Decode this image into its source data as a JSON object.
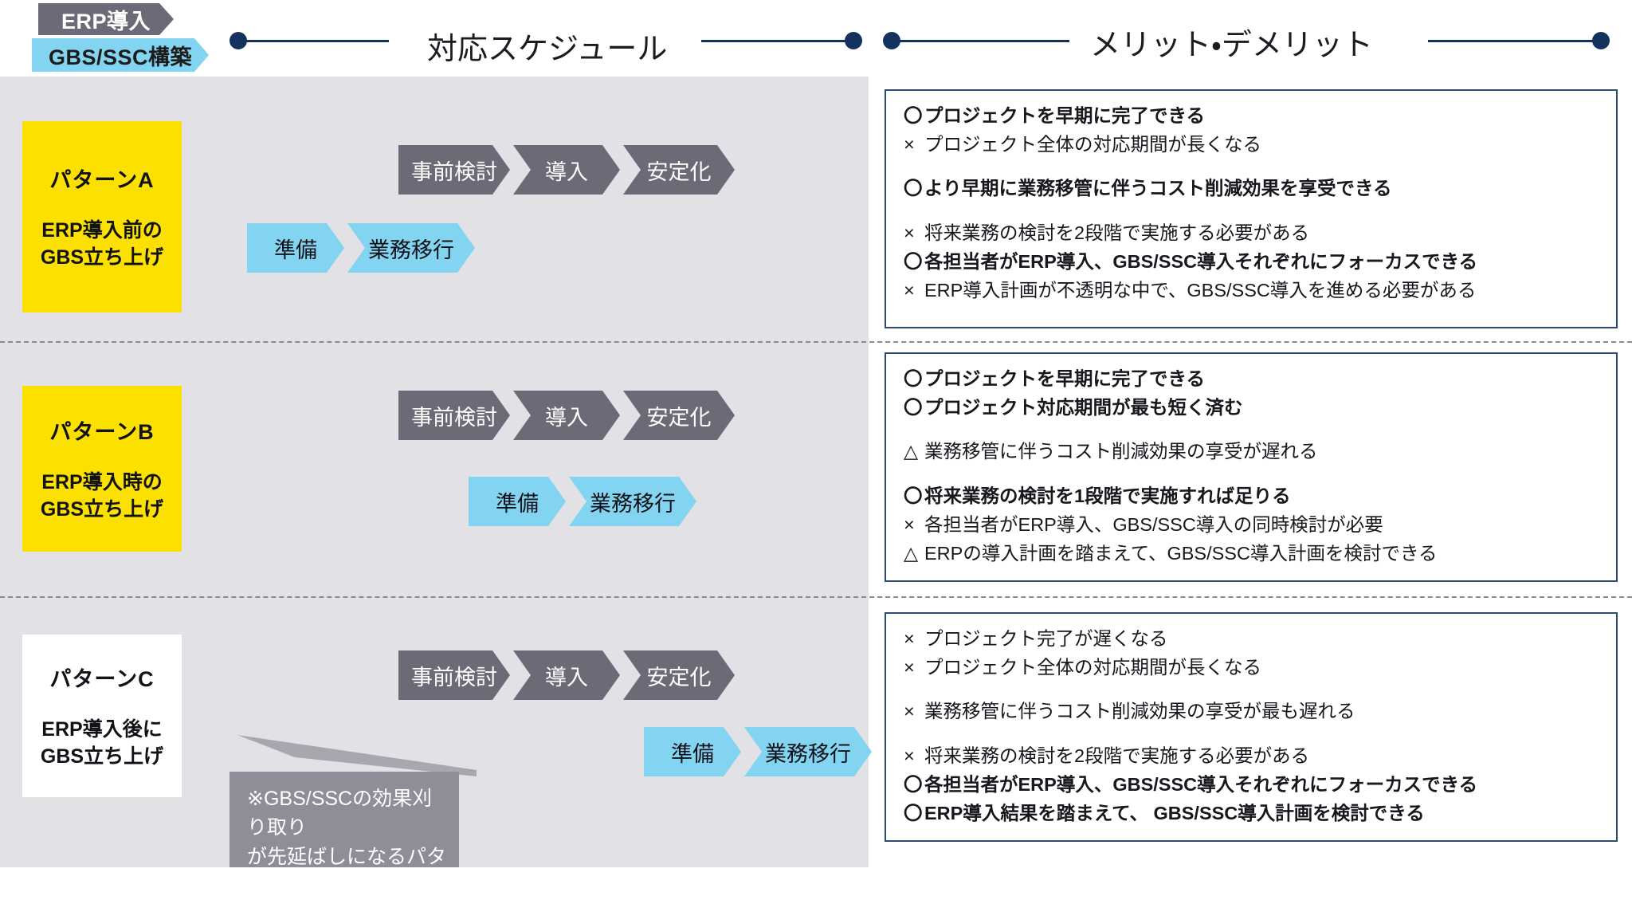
{
  "legend": {
    "erp_label": "ERP導入",
    "gbs_label": "GBS/SSC構築",
    "erp_color": "#6b6b77",
    "gbs_color": "#82d4f0"
  },
  "header": {
    "schedule_title": "対応スケジュール",
    "merit_title": "メリット・デメリット",
    "rail_color": "#13335e"
  },
  "patterns": [
    {
      "id": "A",
      "box_color": "#fbe000",
      "title": "パターンA",
      "subtitle": "ERP導入前の\nGBS立ち上げ",
      "subtitle_line1": "ERP導入前の",
      "subtitle_line2": "GBS立ち上げ",
      "erp_steps": [
        "事前検討",
        "導入",
        "安定化"
      ],
      "gbs_steps": [
        "準備",
        "業務移行"
      ],
      "points": [
        {
          "mark": "〇",
          "text": "プロジェクトを早期に完了できる",
          "bold": true
        },
        {
          "mark": "×",
          "text": "プロジェクト全体の対応期間が長くなる",
          "bold": false
        },
        {
          "mark": "",
          "text": "",
          "bold": false
        },
        {
          "mark": "〇",
          "text": "より早期に業務移管に伴うコスト削減効果を享受できる",
          "bold": true
        },
        {
          "mark": "",
          "text": "",
          "bold": false
        },
        {
          "mark": "×",
          "text": "将来業務の検討を2段階で実施する必要がある",
          "bold": false
        },
        {
          "mark": "〇",
          "text": "各担当者がERP導入、GBS/SSC導入それぞれにフォーカスできる",
          "bold": true
        },
        {
          "mark": "×",
          "text": "ERP導入計画が不透明な中で、GBS/SSC導入を進める必要がある",
          "bold": false
        }
      ]
    },
    {
      "id": "B",
      "box_color": "#fbe000",
      "title": "パターンB",
      "subtitle_line1": "ERP導入時の",
      "subtitle_line2": "GBS立ち上げ",
      "erp_steps": [
        "事前検討",
        "導入",
        "安定化"
      ],
      "gbs_steps": [
        "準備",
        "業務移行"
      ],
      "points": [
        {
          "mark": "〇",
          "text": "プロジェクトを早期に完了できる",
          "bold": true
        },
        {
          "mark": "〇",
          "text": "プロジェクト対応期間が最も短く済む",
          "bold": true
        },
        {
          "mark": "",
          "text": "",
          "bold": false
        },
        {
          "mark": "△",
          "text": "業務移管に伴うコスト削減効果の享受が遅れる",
          "bold": false
        },
        {
          "mark": "",
          "text": "",
          "bold": false
        },
        {
          "mark": "〇",
          "text": "将来業務の検討を1段階で実施すれば足りる",
          "bold": true
        },
        {
          "mark": "×",
          "text": "各担当者がERP導入、GBS/SSC導入の同時検討が必要",
          "bold": false
        },
        {
          "mark": "△",
          "text": "ERPの導入計画を踏まえて、GBS/SSC導入計画を検討できる",
          "bold": false
        }
      ]
    },
    {
      "id": "C",
      "box_color": "#ffffff",
      "title": "パターンC",
      "subtitle_line1": "ERP導入後に",
      "subtitle_line2": "GBS立ち上げ",
      "erp_steps": [
        "事前検討",
        "導入",
        "安定化"
      ],
      "gbs_steps": [
        "準備",
        "業務移行"
      ],
      "points": [
        {
          "mark": "×",
          "text": "プロジェクト完了が遅くなる",
          "bold": false
        },
        {
          "mark": "×",
          "text": "プロジェクト全体の対応期間が長くなる",
          "bold": false
        },
        {
          "mark": "",
          "text": "",
          "bold": false
        },
        {
          "mark": "×",
          "text": "業務移管に伴うコスト削減効果の享受が最も遅れる",
          "bold": false
        },
        {
          "mark": "",
          "text": "",
          "bold": false
        },
        {
          "mark": "×",
          "text": "将来業務の検討を2段階で実施する必要がある",
          "bold": false
        },
        {
          "mark": "〇",
          "text": "各担当者がERP導入、GBS/SSC導入それぞれにフォーカスできる",
          "bold": true
        },
        {
          "mark": "〇",
          "text": "ERP導入結果を踏まえて、 GBS/SSC導入計画を検討できる",
          "bold": true
        }
      ]
    }
  ],
  "callout": {
    "line1": "※GBS/SSCの効果刈り取り",
    "line2": "が先延ばしになるパターン",
    "bg_color": "#8e8e99"
  }
}
